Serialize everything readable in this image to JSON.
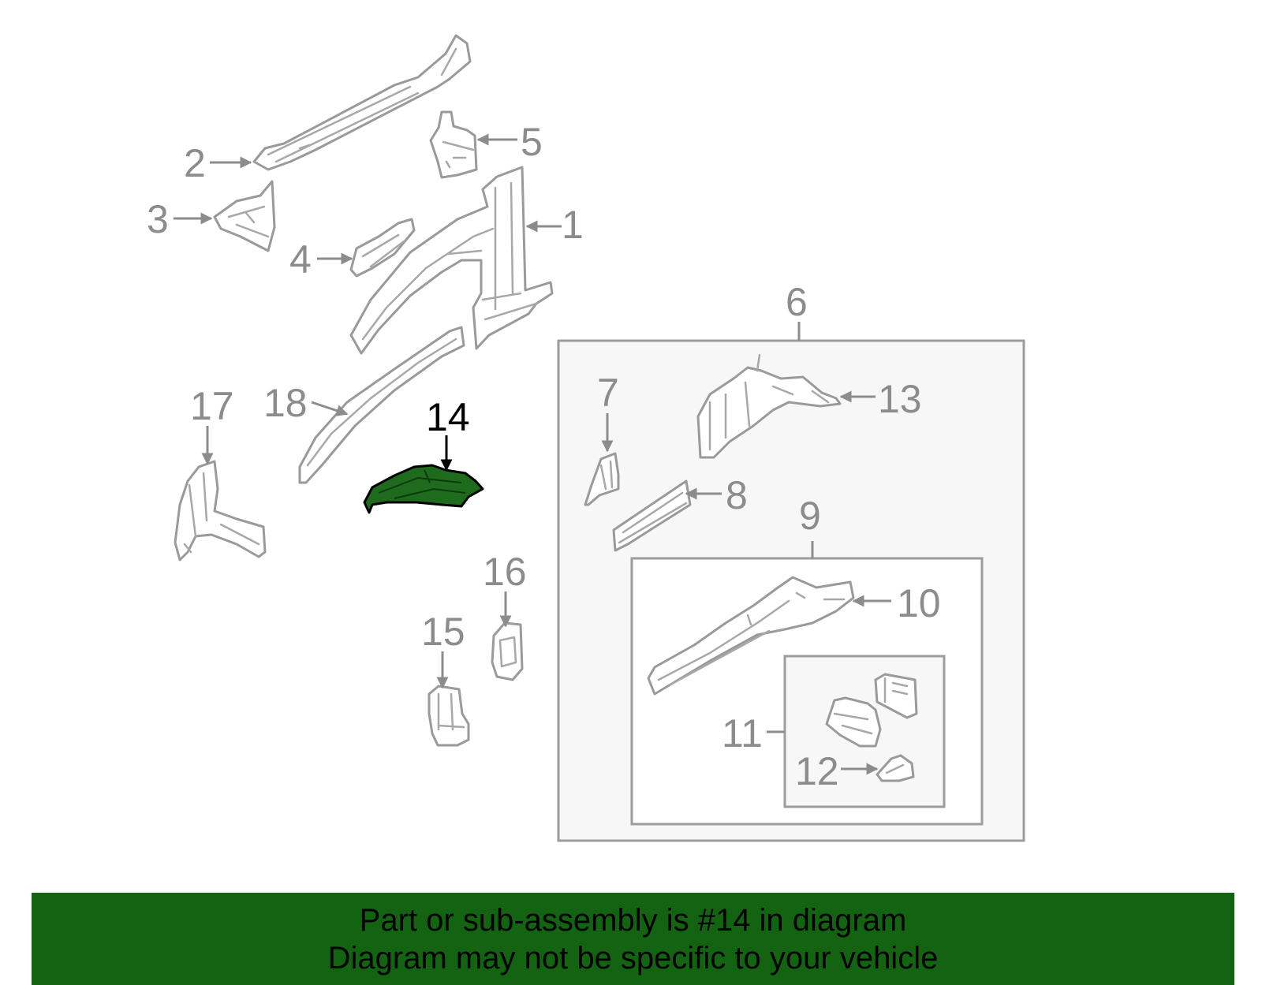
{
  "diagram": {
    "callouts": {
      "c1": "1",
      "c2": "2",
      "c3": "3",
      "c4": "4",
      "c5": "5",
      "c6": "6",
      "c7": "7",
      "c8": "8",
      "c9": "9",
      "c10": "10",
      "c11": "11",
      "c12": "12",
      "c13": "13",
      "c14": "14",
      "c15": "15",
      "c16": "16",
      "c17": "17",
      "c18": "18"
    },
    "highlighted_part": "14",
    "colors": {
      "highlight_fill": "#1e6b1e",
      "callout_text": "#8c8c8c",
      "banner_background": "#136313"
    }
  },
  "banner": {
    "line1": "Part or sub-assembly is #14 in diagram",
    "line2": "Diagram may not be specific to your vehicle"
  }
}
